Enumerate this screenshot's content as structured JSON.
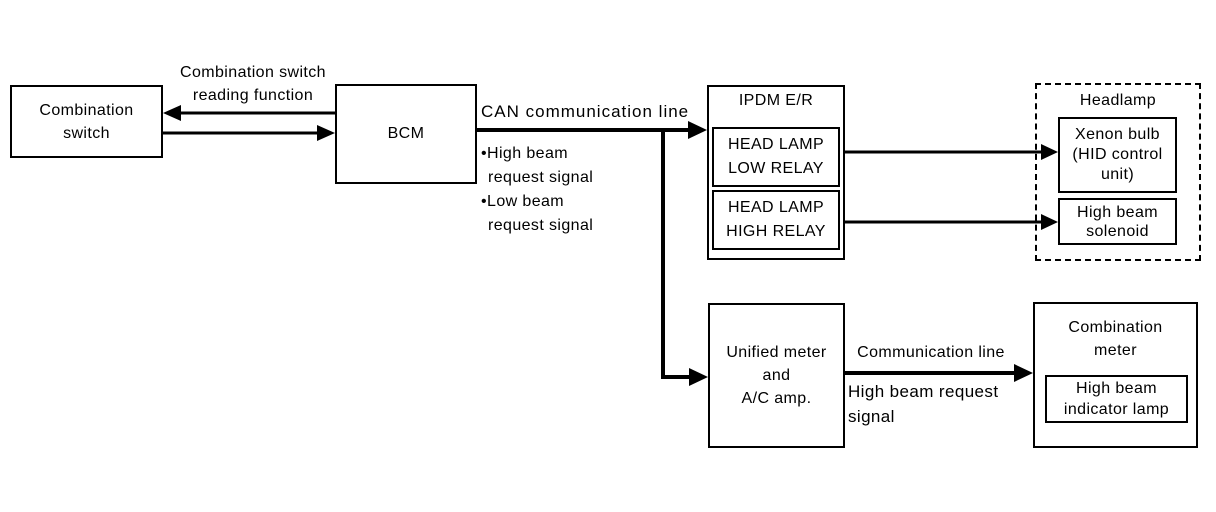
{
  "diagram": {
    "background_color": "#ffffff",
    "line_color": "#000000",
    "combination_switch": {
      "line1": "Combination",
      "line2": "switch"
    },
    "bcm": {
      "label": "BCM"
    },
    "reading_function": {
      "line1": "Combination switch",
      "line2": "reading function"
    },
    "can_line_label": "CAN communication line",
    "bullets": [
      {
        "marker": "•",
        "line1": "High beam",
        "line2": "request signal"
      },
      {
        "marker": "•",
        "line1": "Low beam",
        "line2": "request signal"
      }
    ],
    "ipdm": {
      "title": "IPDM E/R",
      "low_relay": {
        "line1": "HEAD LAMP",
        "line2": "LOW RELAY"
      },
      "high_relay": {
        "line1": "HEAD LAMP",
        "line2": "HIGH RELAY"
      }
    },
    "headlamp": {
      "title": "Headlamp",
      "xenon": {
        "line1": "Xenon bulb",
        "line2": "(HID control",
        "line3": "unit)"
      },
      "solenoid": {
        "line1": "High beam",
        "line2": "solenoid"
      }
    },
    "unified_meter": {
      "line1": "Unified meter",
      "line2": "and",
      "line3": "A/C amp."
    },
    "comm_line_label": "Communication line",
    "high_beam_request": {
      "line1": "High beam request",
      "line2": "signal"
    },
    "combination_meter": {
      "title_line1": "Combination",
      "title_line2": "meter",
      "indicator": {
        "line1": "High beam",
        "line2": "indicator lamp"
      }
    }
  }
}
